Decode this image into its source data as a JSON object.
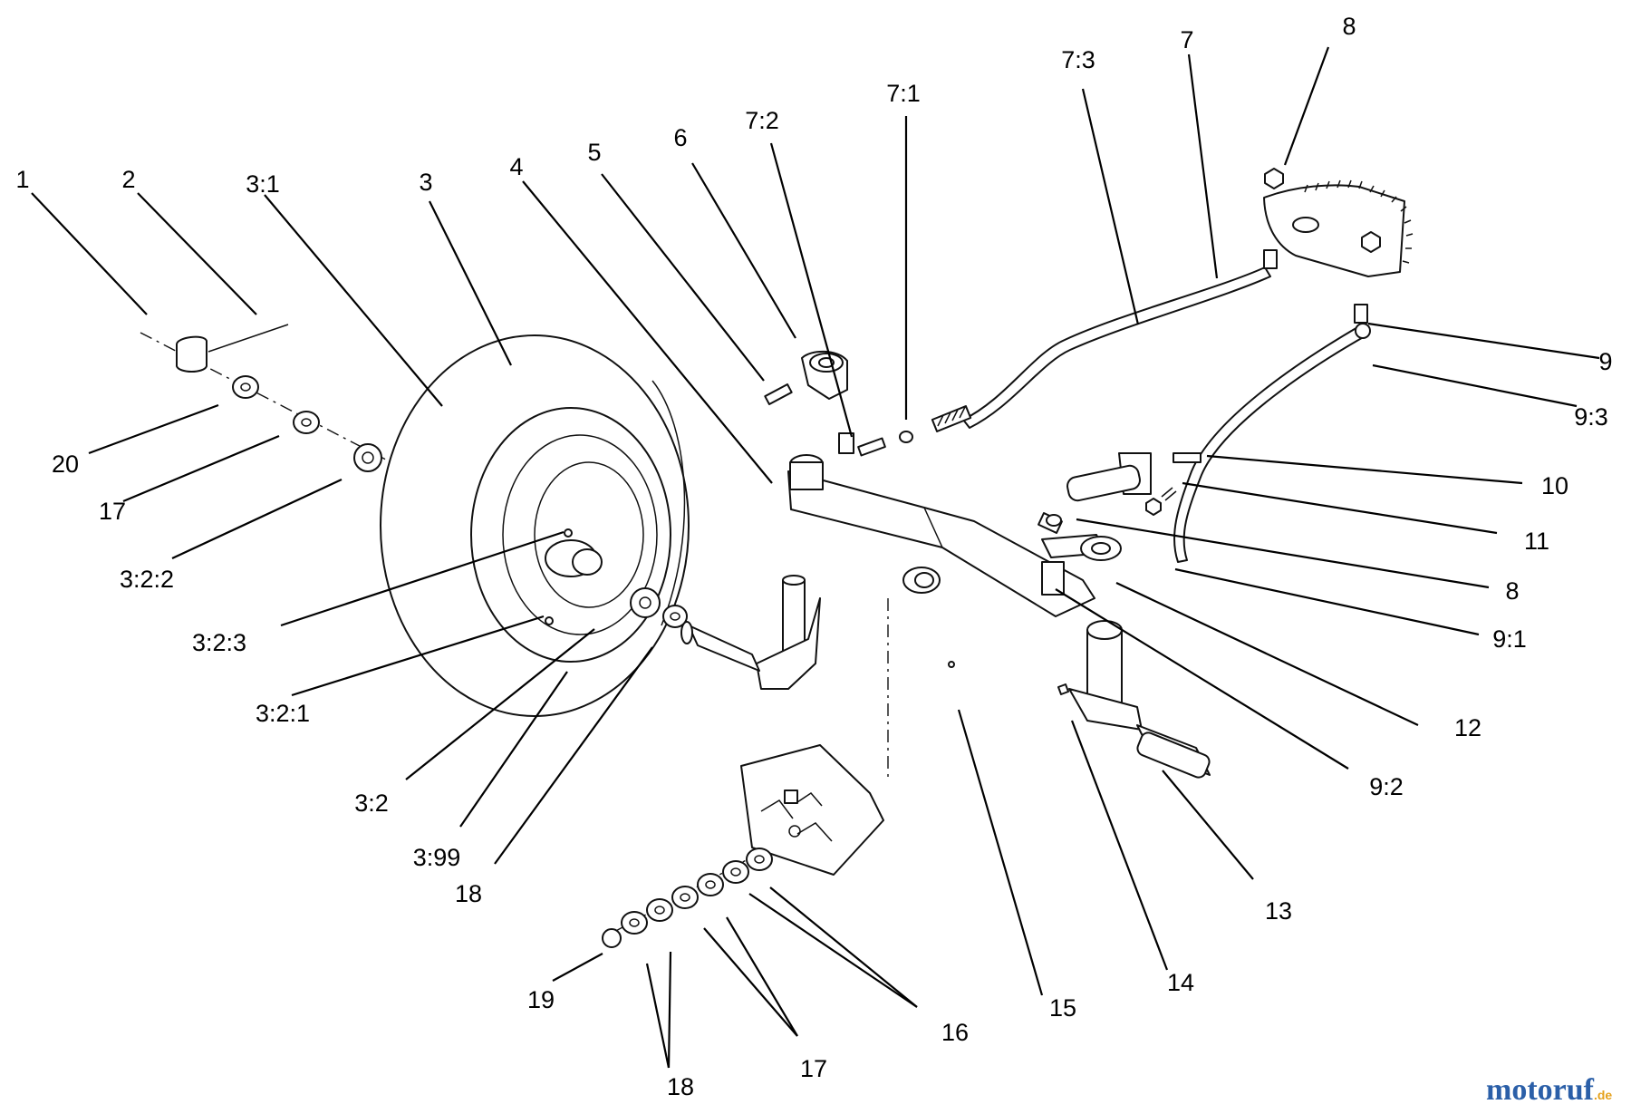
{
  "diagram": {
    "callouts": {
      "c1": "1",
      "c2": "2",
      "c3_1": "3:1",
      "c3": "3",
      "c4": "4",
      "c5": "5",
      "c6": "6",
      "c7_2": "7:2",
      "c7_1": "7:1",
      "c7_3": "7:3",
      "c7": "7",
      "c8_top": "8",
      "c9": "9",
      "c9_3": "9:3",
      "c10": "10",
      "c11": "11",
      "c8_mid": "8",
      "c9_1": "9:1",
      "c12": "12",
      "c9_2": "9:2",
      "c20": "20",
      "c17_left": "17",
      "c3_2_2": "3:2:2",
      "c3_2_3": "3:2:3",
      "c3_2_1": "3:2:1",
      "c3_2": "3:2",
      "c3_99": "3:99",
      "c18_mid": "18",
      "c19": "19",
      "c18_bottom": "18",
      "c17_bottom": "17",
      "c16": "16",
      "c15": "15",
      "c14": "14",
      "c13": "13"
    }
  },
  "watermark": {
    "brand": "motoruf",
    "tld": ".de",
    "colors": {
      "blue": "#2b5fa8",
      "orange": "#e5a11c"
    }
  }
}
